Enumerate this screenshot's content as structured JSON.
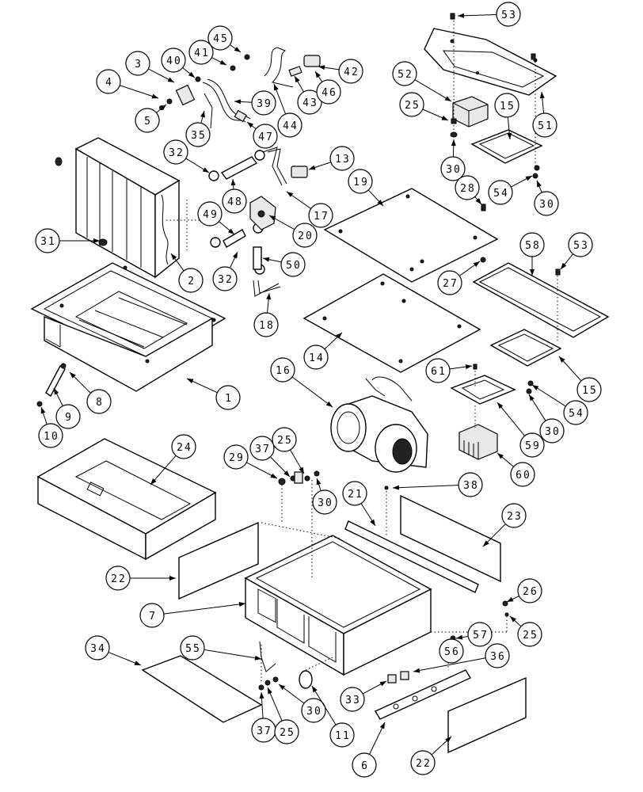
{
  "diagram": {
    "type": "exploded-parts-diagram",
    "callouts": [
      {
        "id": "c53a",
        "label": "53"
      },
      {
        "id": "c42",
        "label": "42"
      },
      {
        "id": "c45",
        "label": "45"
      },
      {
        "id": "c41",
        "label": "41"
      },
      {
        "id": "c40",
        "label": "40"
      },
      {
        "id": "c3",
        "label": "3"
      },
      {
        "id": "c4",
        "label": "4"
      },
      {
        "id": "c5",
        "label": "5"
      },
      {
        "id": "c35",
        "label": "35"
      },
      {
        "id": "c39",
        "label": "39"
      },
      {
        "id": "c47",
        "label": "47"
      },
      {
        "id": "c43",
        "label": "43"
      },
      {
        "id": "c46",
        "label": "46"
      },
      {
        "id": "c44",
        "label": "44"
      },
      {
        "id": "c52",
        "label": "52"
      },
      {
        "id": "c25a",
        "label": "25"
      },
      {
        "id": "c15a",
        "label": "15"
      },
      {
        "id": "c51",
        "label": "51"
      },
      {
        "id": "c30a",
        "label": "30"
      },
      {
        "id": "c54a",
        "label": "54"
      },
      {
        "id": "c30b",
        "label": "30"
      },
      {
        "id": "c32a",
        "label": "32"
      },
      {
        "id": "c13",
        "label": "13"
      },
      {
        "id": "c48",
        "label": "48"
      },
      {
        "id": "c17",
        "label": "17"
      },
      {
        "id": "c19",
        "label": "19"
      },
      {
        "id": "c28",
        "label": "28"
      },
      {
        "id": "c31",
        "label": "31"
      },
      {
        "id": "c49",
        "label": "49"
      },
      {
        "id": "c20",
        "label": "20"
      },
      {
        "id": "c2",
        "label": "2"
      },
      {
        "id": "c32b",
        "label": "32"
      },
      {
        "id": "c50a",
        "label": "50"
      },
      {
        "id": "c18",
        "label": "18"
      },
      {
        "id": "c27",
        "label": "27"
      },
      {
        "id": "c58",
        "label": "58"
      },
      {
        "id": "c53b",
        "label": "53"
      },
      {
        "id": "c14",
        "label": "14"
      },
      {
        "id": "c1",
        "label": "1"
      },
      {
        "id": "c8",
        "label": "8"
      },
      {
        "id": "c9",
        "label": "9"
      },
      {
        "id": "c10",
        "label": "10"
      },
      {
        "id": "c16",
        "label": "16"
      },
      {
        "id": "c61",
        "label": "61"
      },
      {
        "id": "c15b",
        "label": "15"
      },
      {
        "id": "c54b",
        "label": "54"
      },
      {
        "id": "c30c",
        "label": "30"
      },
      {
        "id": "c59",
        "label": "59"
      },
      {
        "id": "c60",
        "label": "60"
      },
      {
        "id": "c24",
        "label": "24"
      },
      {
        "id": "c29",
        "label": "29"
      },
      {
        "id": "c37a",
        "label": "37"
      },
      {
        "id": "c25b",
        "label": "25"
      },
      {
        "id": "c30d",
        "label": "30"
      },
      {
        "id": "c38",
        "label": "38"
      },
      {
        "id": "c21",
        "label": "21"
      },
      {
        "id": "c23",
        "label": "23"
      },
      {
        "id": "c22a",
        "label": "22"
      },
      {
        "id": "c7",
        "label": "7"
      },
      {
        "id": "c26a",
        "label": "26"
      },
      {
        "id": "c25c",
        "label": "25"
      },
      {
        "id": "c57",
        "label": "57"
      },
      {
        "id": "c56",
        "label": "56"
      },
      {
        "id": "c36",
        "label": "36"
      },
      {
        "id": "c34",
        "label": "34"
      },
      {
        "id": "c55",
        "label": "55"
      },
      {
        "id": "c33",
        "label": "33"
      },
      {
        "id": "c37b",
        "label": "37"
      },
      {
        "id": "c25d",
        "label": "25"
      },
      {
        "id": "c30e",
        "label": "30"
      },
      {
        "id": "c11",
        "label": "11"
      },
      {
        "id": "c6",
        "label": "6"
      },
      {
        "id": "c22b",
        "label": "22"
      }
    ]
  }
}
